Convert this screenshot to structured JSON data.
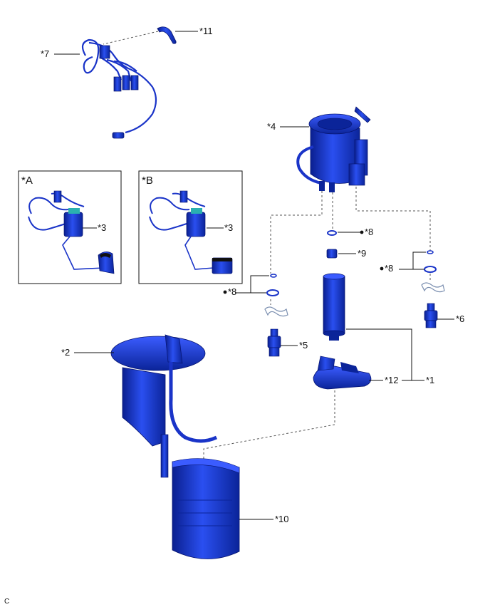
{
  "colors": {
    "part_fill": "#1e40d8",
    "part_dark": "#0a1f8f",
    "part_light": "#4f73ff",
    "line": "#111111"
  },
  "callouts": {
    "c11": "*11",
    "c7": "*7",
    "c4": "*4",
    "boxA": "*A",
    "boxB": "*B",
    "c3a": "*3",
    "c3b": "*3",
    "c8a": "*8",
    "c9": "*9",
    "c8b": "*8",
    "c8c": "*8",
    "c6": "*6",
    "c5": "*5",
    "c2": "*2",
    "c12": "*12",
    "c1": "*1",
    "c10": "*10",
    "corner": "C"
  }
}
